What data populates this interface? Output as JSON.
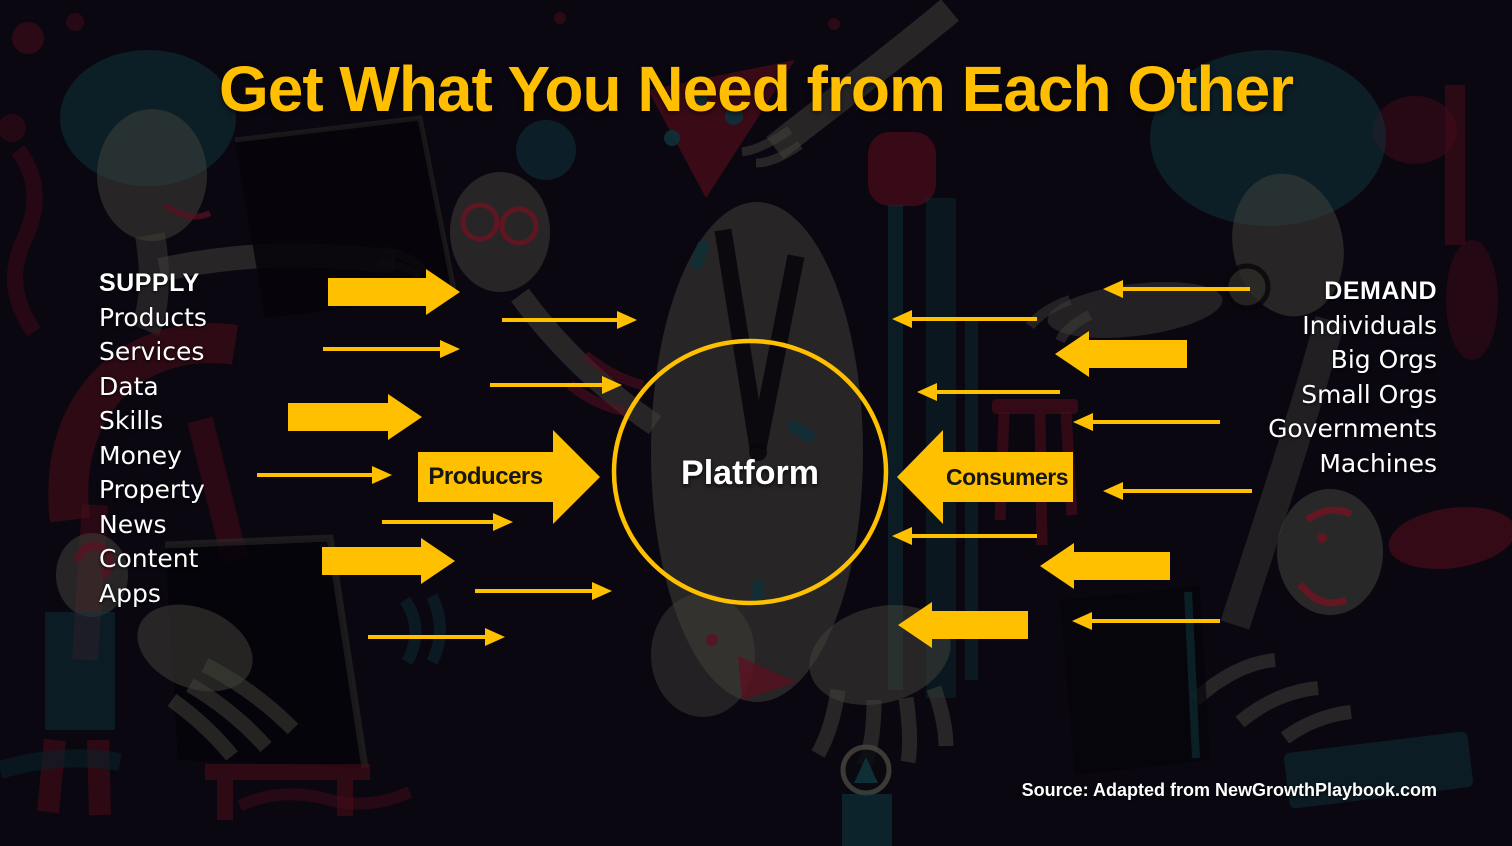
{
  "title": "Get What You Need from Each Other",
  "supply": {
    "header": "SUPPLY",
    "items": [
      "Products",
      "Services",
      "Data",
      "Skills",
      "Money",
      "Property",
      "News",
      "Content",
      "Apps"
    ]
  },
  "demand": {
    "header": "DEMAND",
    "items": [
      "Individuals",
      "Big Orgs",
      "Small Orgs",
      "Governments",
      "Machines"
    ]
  },
  "diagram": {
    "platform_label": "Platform",
    "producers_label": "Producers",
    "consumers_label": "Consumers"
  },
  "source": "Source: Adapted from NewGrowthPlaybook.com",
  "colors": {
    "accent_gold": "#FFC000",
    "title_gold": "#FFBE00",
    "text_white": "#FFFFFF",
    "arrow_label_black": "#161616",
    "background": "#0A0711"
  }
}
